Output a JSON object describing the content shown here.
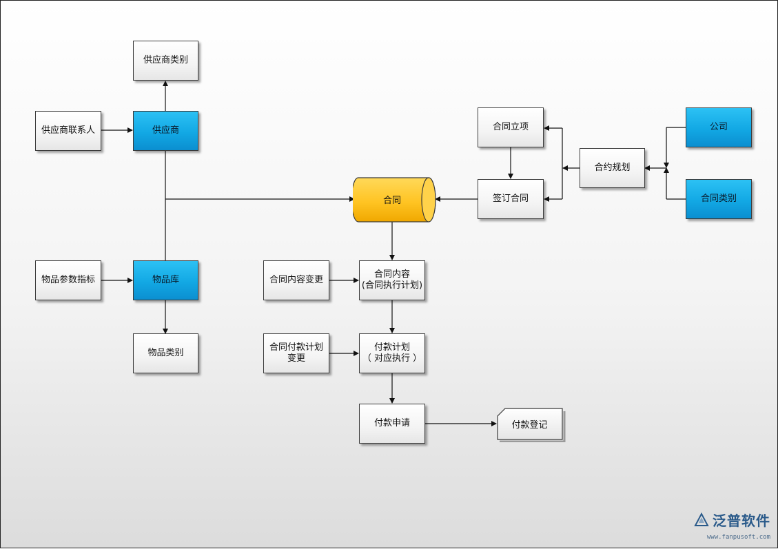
{
  "nodes": {
    "supplier_category": "供应商类别",
    "supplier_contact": "供应商联系人",
    "supplier": "供应商",
    "item_param": "物品参数指标",
    "item_library": "物品库",
    "item_category": "物品类别",
    "contract": "合同",
    "contract_setup": "合同立项",
    "sign_contract": "签订合同",
    "contract_planning": "合约规划",
    "company": "公司",
    "contract_category": "合同类别",
    "content_change": "合同内容变更",
    "contract_content": "合同内容\n(合同执行计划)",
    "payment_plan_change": "合同付款计划\n变更",
    "payment_plan": "付款计划\n（ 对应执行 ）",
    "payment_request": "付款申请",
    "payment_register": "付款登记"
  },
  "colors": {
    "blue": "#12a8e4",
    "cylinder": "#ffc423",
    "line": "#111111"
  },
  "logo": {
    "text": "泛普软件",
    "url": "www.fanpusoft.com"
  }
}
